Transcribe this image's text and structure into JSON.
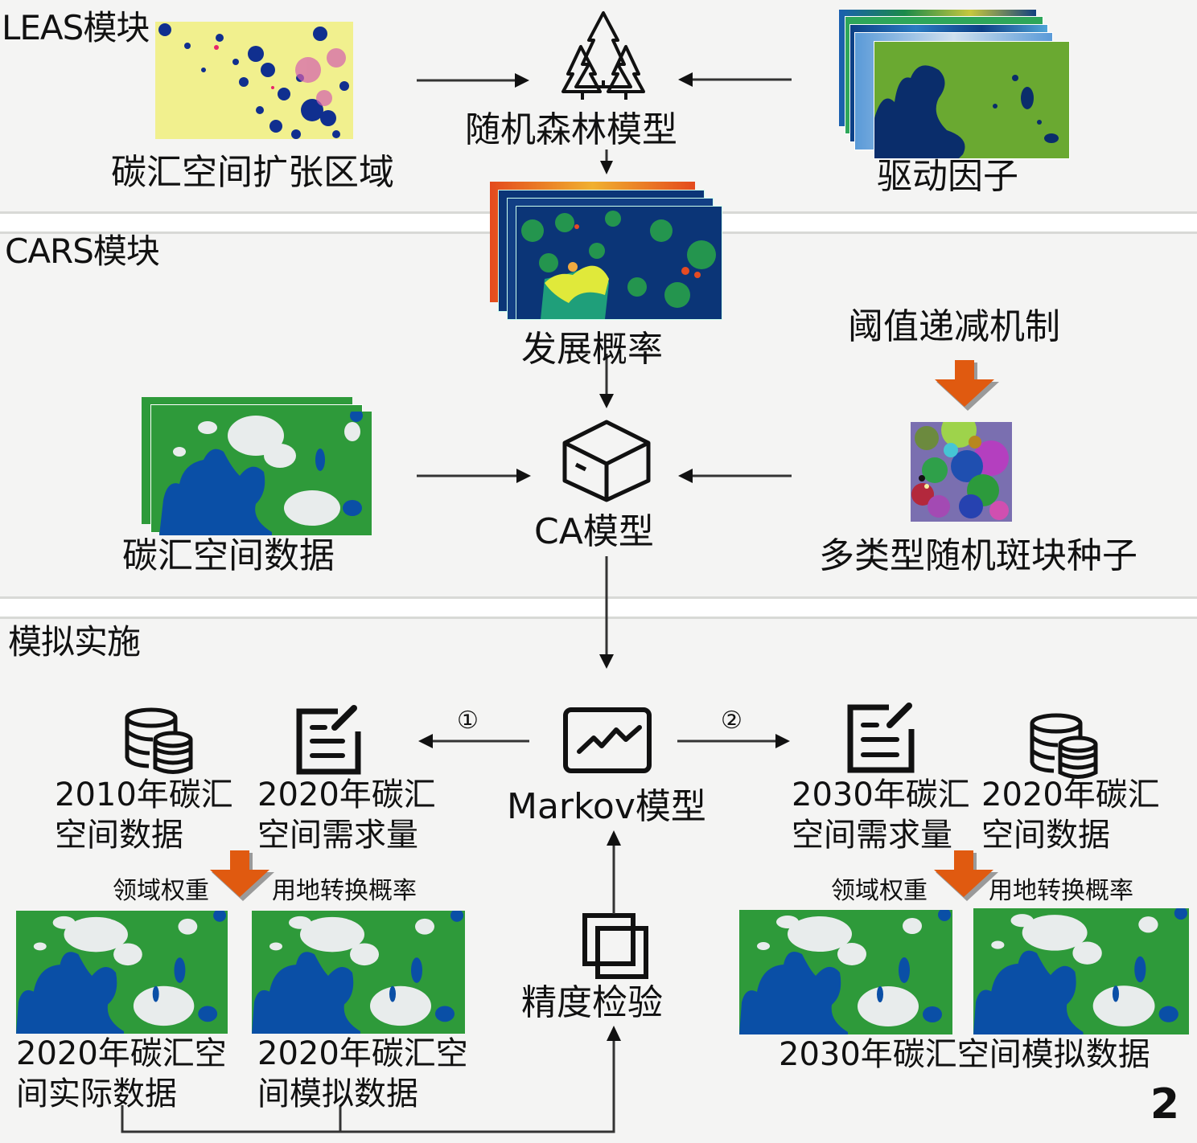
{
  "sections": {
    "leas": "LEAS模块",
    "cars": "CARS模块",
    "simulation": "模拟实施"
  },
  "leas": {
    "expansion_area": "碳汇空间扩张区域",
    "random_forest": "随机森林模型",
    "drivers": "驱动因子"
  },
  "cars": {
    "dev_probability": "发展概率",
    "threshold": "阈值递减机制",
    "carbon_data": "碳汇空间数据",
    "ca_model": "CA模型",
    "seeds": "多类型随机斑块种子"
  },
  "simulation": {
    "markov": "Markov模型",
    "step1": "①",
    "step2": "②",
    "left": {
      "data2010": [
        "2010年碳汇",
        "空间数据"
      ],
      "demand2020": [
        "2020年碳汇",
        "空间需求量"
      ],
      "neighborhood_weight": "领域权重",
      "transition_prob": "用地转换概率",
      "actual2020": [
        "2020年碳汇空",
        "间实际数据"
      ],
      "simulated2020": [
        "2020年碳汇空",
        "间模拟数据"
      ]
    },
    "right": {
      "demand2030": [
        "2030年碳汇",
        "空间需求量"
      ],
      "data2020": [
        "2020年碳汇",
        "空间数据"
      ],
      "neighborhood_weight": "领域权重",
      "transition_prob": "用地转换概率",
      "simulated2030": "2030年碳汇空间模拟数据"
    },
    "accuracy": "精度检验"
  },
  "page_number": "2",
  "colors": {
    "background": "#f4f4f3",
    "orange_arrow": "#e05a10",
    "water": "#0a4fa6",
    "forest": "#2e9a3a",
    "bare": "#e8ecec",
    "yellow": "#f1f08e",
    "navy": "#0b3577"
  }
}
